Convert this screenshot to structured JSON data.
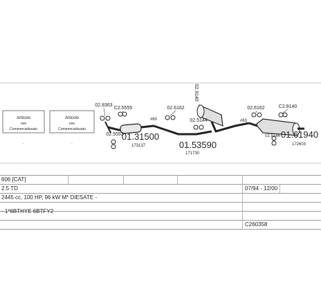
{
  "notes": [
    {
      "line1": "Articolo",
      "line2": "non",
      "line3": "Commercializzato"
    },
    {
      "line1": "Articolo",
      "line2": "non",
      "line3": "Commercializzato"
    }
  ],
  "parts": {
    "p1": "02.8363",
    "p2": "C2.5555",
    "p3": "02.5553",
    "p4": "#60",
    "p5": "01.31500",
    "p6": "173137",
    "p7": "02.6162",
    "p8": "02.5144",
    "p9": "01.53590",
    "p10": "171730",
    "p11": "02.9140",
    "p12": "#63",
    "p13": "02.6162",
    "p14": "C2.9140",
    "p15": "02.5144",
    "p16": "01.61940",
    "p17": "172603"
  },
  "vehicle": {
    "model": "606 [CAT]",
    "engine": "2.5 TD",
    "date_range": "07/94 - 12/00",
    "specs": "2445 cc, 100 HP, 96 kW M* DIESATE -",
    "body_codes": "- 1*6BTHYE 6BTFY2",
    "catalog_code": "C260358"
  }
}
